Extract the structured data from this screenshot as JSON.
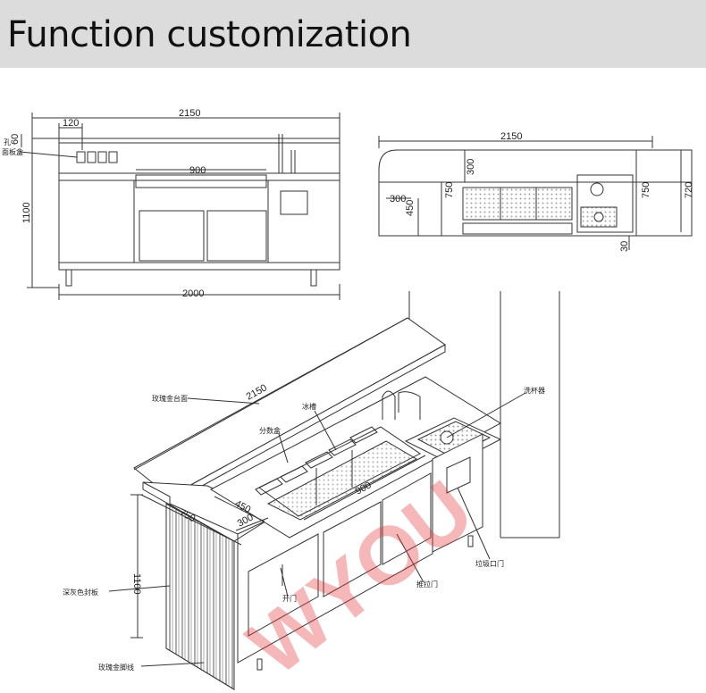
{
  "header": {
    "title": "Function customization"
  },
  "front_view": {
    "dims": {
      "width_total": "2150",
      "panel_width": "120",
      "top_thickness": "60",
      "height": "1100",
      "sink_width": "900",
      "base_width": "2000"
    },
    "labels": {
      "small_a": "孔",
      "small_b": "面板盒"
    }
  },
  "top_view": {
    "dims": {
      "width": "2150",
      "upper_depth": "300",
      "counter_height": "750",
      "left_step": "300",
      "left_depth": "450",
      "right_750": "750",
      "right_720": "720",
      "bottom_30": "30"
    }
  },
  "iso_view": {
    "dims": {
      "width": "2150",
      "depth_750": "750",
      "depth_450": "450",
      "depth_300": "300",
      "sink_900": "900",
      "height_1100": "1100"
    },
    "callouts": {
      "top_surface": "玫瑰金台面",
      "ice_tray": "冰槽",
      "spice_box": "分数盒",
      "cup_washer": "洗杯器",
      "side_panel": "深灰色封板",
      "rose_foot": "玫瑰金脚线",
      "open_door": "开门",
      "sliding_door": "推拉门",
      "trash_door": "垃圾口门"
    }
  },
  "watermark": "WYOU"
}
